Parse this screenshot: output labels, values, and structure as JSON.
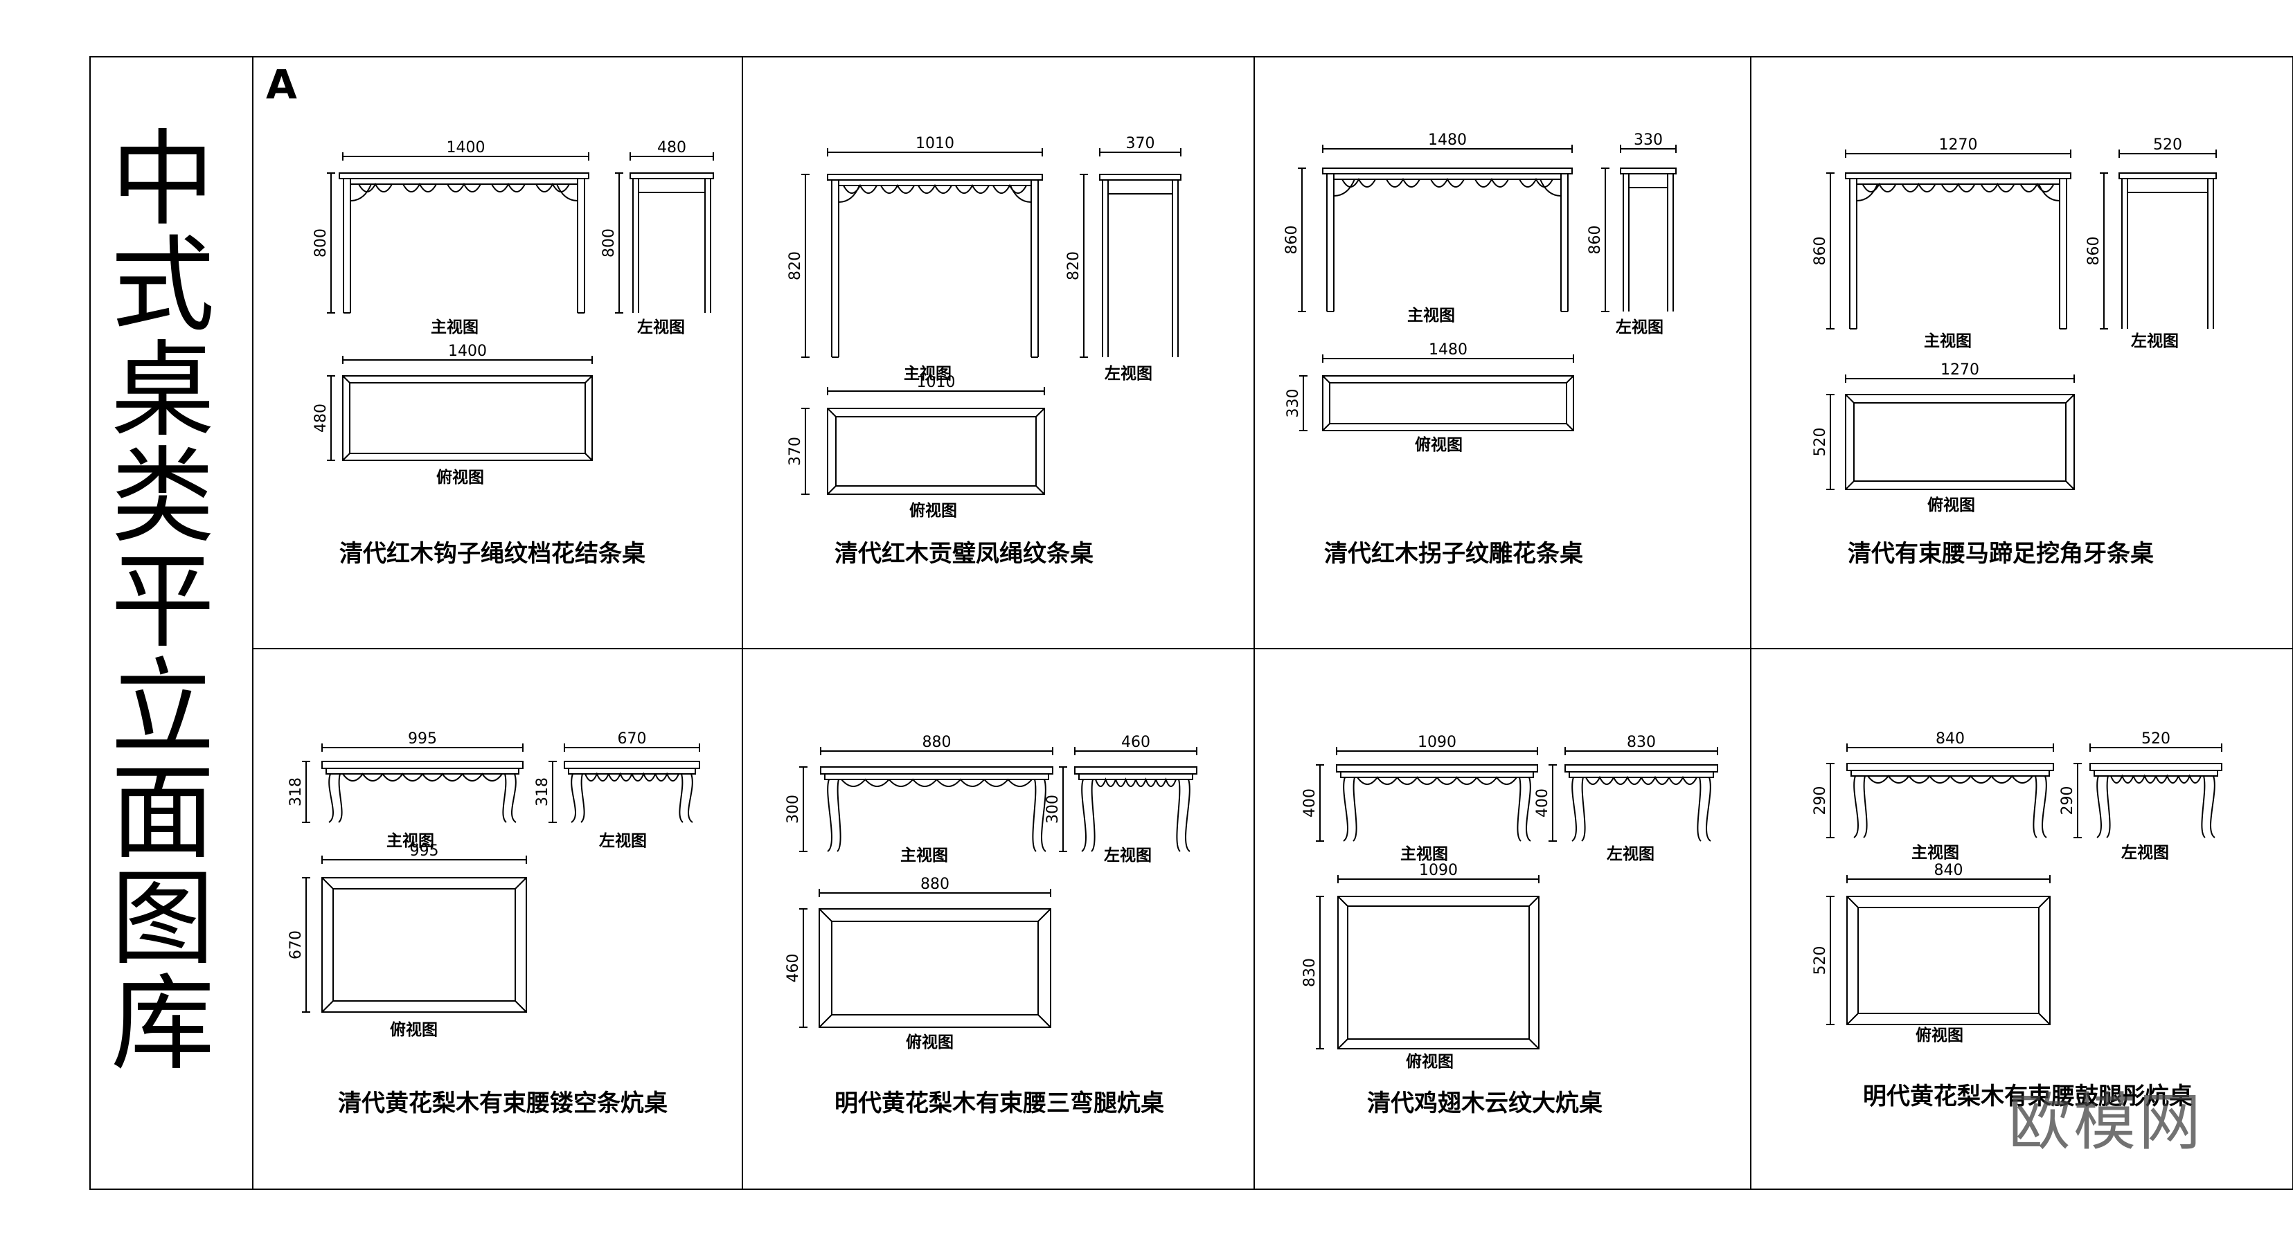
{
  "sheet": {
    "sidebar_title": [
      "中",
      "式",
      "桌",
      "类",
      "平",
      "立",
      "面",
      "图",
      "库"
    ],
    "section_letter": "A",
    "watermark": "欧模网"
  },
  "view_labels": {
    "front": "主视图",
    "side": "左视图",
    "top": "俯视图"
  },
  "tables": [
    {
      "title": "清代红木钩子绳纹档花结条桌",
      "width": "1400",
      "depth": "480",
      "height": "800"
    },
    {
      "title": "清代红木贡璧凤绳纹条桌",
      "width": "1010",
      "depth": "370",
      "height": "820"
    },
    {
      "title": "清代红木拐子纹雕花条桌",
      "width": "1480",
      "depth": "330",
      "height": "860"
    },
    {
      "title": "清代有束腰马蹄足挖角牙条桌",
      "width": "1270",
      "depth": "520",
      "height": "860"
    },
    {
      "title": "清代黄花梨木有束腰镂空条炕桌",
      "width": "995",
      "depth": "670",
      "height": "318"
    },
    {
      "title": "明代黄花梨木有束腰三弯腿炕桌",
      "width": "880",
      "depth": "460",
      "height": "300"
    },
    {
      "title": "清代鸡翅木云纹大炕桌",
      "width": "1090",
      "depth": "830",
      "height": "400"
    },
    {
      "title": "明代黄花梨木有束腰鼓腿彤炕桌",
      "width": "840",
      "depth": "520",
      "height": "290"
    }
  ]
}
